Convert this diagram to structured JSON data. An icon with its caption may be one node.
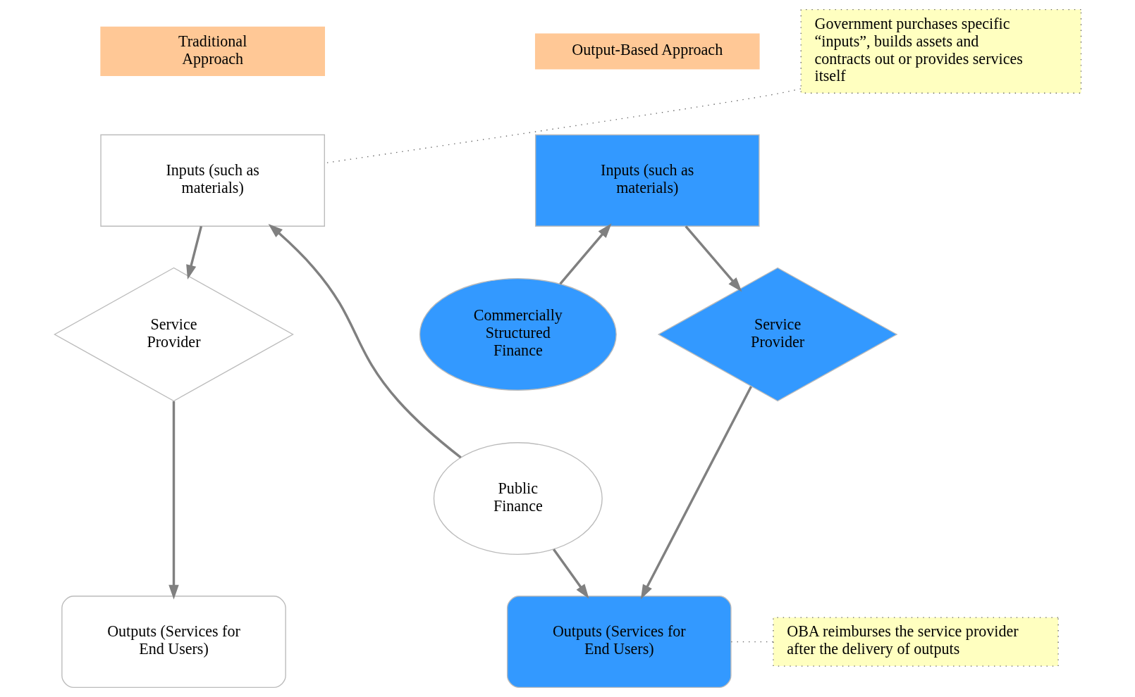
{
  "diagram": {
    "nodes": [
      {
        "text": [
          "Traditional Approach"
        ]
      },
      {
        "text": [
          "Government purchases specific “inputs”, builds assets and contracts out or provides services itself"
        ]
      },
      {
        "text": [
          "Output-Based Approach"
        ]
      },
      {
        "text": [
          "Inputs (such as materials)"
        ]
      },
      {
        "text": [
          "Inputs (such as materials)"
        ]
      },
      {
        "text": [
          "Commercially Structured Finance"
        ]
      },
      {
        "text": [
          "Service Provider"
        ]
      },
      {
        "text": [
          "Service Provider"
        ]
      },
      {
        "text": [
          "Public Finance"
        ]
      },
      {
        "text": [
          "Outputs (Services for End Users)"
        ]
      },
      {
        "text": [
          "OBA reimburses the service provider after the delivery of outputs"
        ]
      },
      {
        "text": [
          "Outputs (Services for End Users)"
        ]
      }
    ],
    "edges": [
      {
        "from": 1,
        "to": 3,
        "arrow": "none",
        "style": "dashed"
      },
      {
        "from": 3,
        "to": 6,
        "arrow": "to"
      },
      {
        "from": 6,
        "to": 9,
        "arrow": "to"
      },
      {
        "from": 5,
        "to": 4,
        "arrow": "to"
      },
      {
        "from": 4,
        "to": 7,
        "arrow": "to"
      },
      {
        "from": 7,
        "to": 11,
        "arrow": "to"
      },
      {
        "from": 8,
        "to": 3,
        "arrow": "to"
      },
      {
        "from": 8,
        "to": 11,
        "arrow": "to"
      },
      {
        "from": 10,
        "to": 11,
        "arrow": "none",
        "style": "dashed"
      }
    ]
  }
}
